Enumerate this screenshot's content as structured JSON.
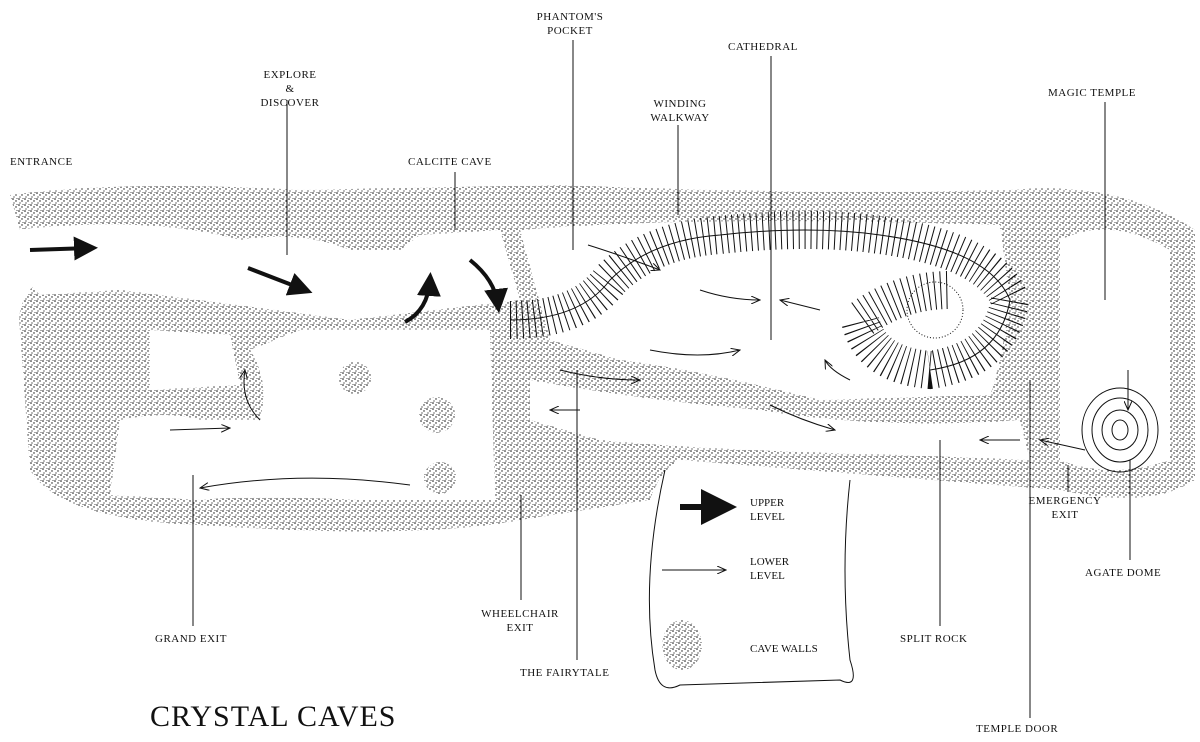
{
  "title": "CRYSTAL CAVES",
  "labels": {
    "entrance": "ENTRANCE",
    "explore": [
      "EXPLORE",
      "&",
      "DISCOVER"
    ],
    "calcite_cave": "CALCITE CAVE",
    "phantoms_pocket": [
      "PHANTOM'S",
      "POCKET"
    ],
    "winding_walkway": [
      "WINDING",
      "WALKWAY"
    ],
    "cathedral": "CATHEDRAL",
    "magic_temple": "MAGIC TEMPLE",
    "emergency_exit": [
      "EMERGENCY",
      "EXIT"
    ],
    "agate_dome": "AGATE DOME",
    "split_rock": "SPLIT ROCK",
    "temple_door": "TEMPLE DOOR",
    "the_fairytale": "THE FAIRYTALE",
    "wheelchair_exit": [
      "WHEELCHAIR",
      "EXIT"
    ],
    "grand_exit": "GRAND EXIT"
  },
  "legend": {
    "upper_level": [
      "UPPER",
      "LEVEL"
    ],
    "lower_level": [
      "LOWER",
      "LEVEL"
    ],
    "cave_walls": "CAVE WALLS"
  },
  "colors": {
    "ink": "#111111",
    "paper": "#ffffff"
  }
}
